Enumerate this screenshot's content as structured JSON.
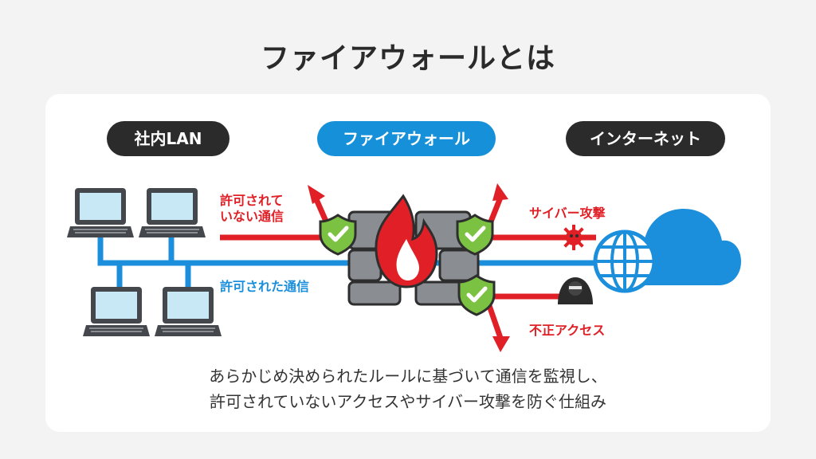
{
  "title": "ファイアウォールとは",
  "headers": {
    "lan": "社内LAN",
    "firewall": "ファイアウォール",
    "internet": "インターネット"
  },
  "labels": {
    "unauthorized_line1": "許可されて",
    "unauthorized_line2": "いない通信",
    "authorized": "許可された通信",
    "cyber_attack": "サイバー攻撃",
    "illegal_access": "不正アクセス"
  },
  "caption": {
    "line1": "あらかじめ決められたルールに基づいて通信を監視し、",
    "line2": "許可されていないアクセスやサイバー攻撃を防ぐ仕組み"
  },
  "colors": {
    "red": "#e01f26",
    "blue": "#1c8fdc",
    "green": "#7cc242",
    "dark": "#2b2b2b",
    "gray": "#8a8d91"
  },
  "icons": [
    "laptop-icon",
    "flame-icon",
    "shield-check-icon",
    "globe-icon",
    "cloud-icon",
    "virus-icon",
    "hacker-icon"
  ]
}
